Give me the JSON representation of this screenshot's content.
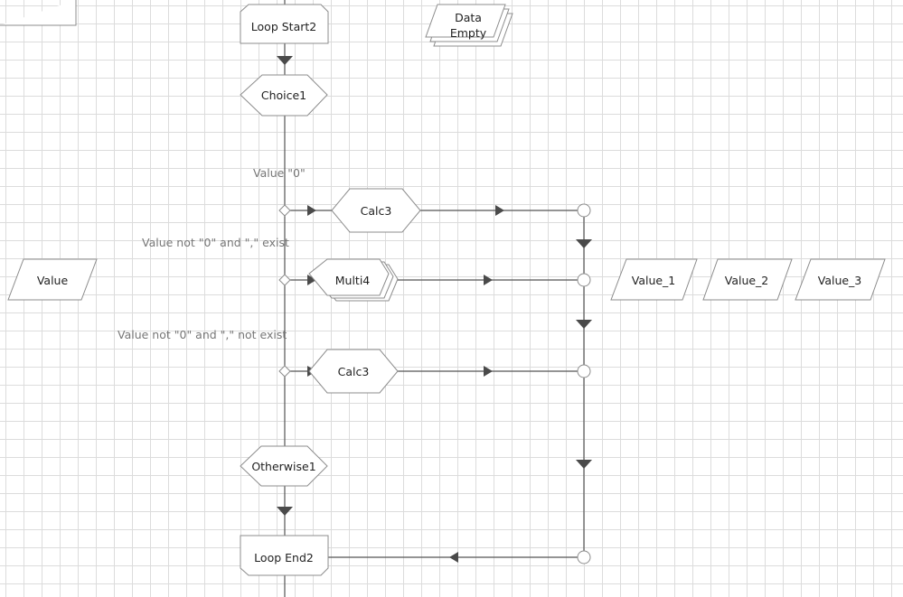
{
  "nodes": {
    "loop_start": "Loop Start2",
    "data_empty_line1": "Data",
    "data_empty_line2": "Empty",
    "choice": "Choice1",
    "calc_top": "Calc3",
    "multi": "Multi4",
    "calc_bottom": "Calc3",
    "otherwise": "Otherwise1",
    "loop_end": "Loop End2",
    "value": "Value",
    "value_1": "Value_1",
    "value_2": "Value_2",
    "value_3": "Value_3"
  },
  "conditions": {
    "first": "Value \"0\"",
    "second": "Value not \"0\" and \",\" exist",
    "third": "Value not \"0\" and \",\" not exist"
  }
}
